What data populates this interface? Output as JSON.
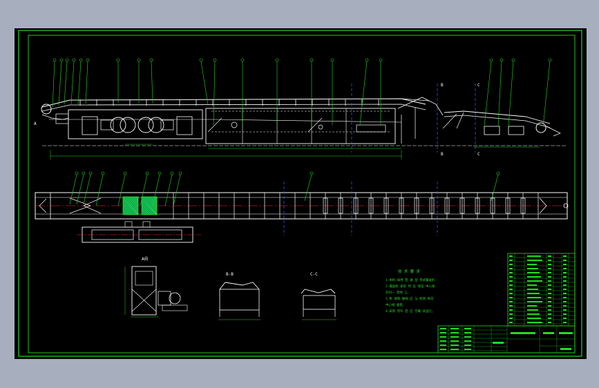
{
  "drawing": {
    "section_labels": {
      "view_a": "A向",
      "view_b": "B-B",
      "view_c": "C-C",
      "mark_b": "B",
      "mark_c": "C",
      "mark_a": "A"
    },
    "tech_requirements": {
      "title": "技 术 要 求",
      "lines": [
        "1.本机 采用 普 通 型 带式输送机",
        "2.输送机 安装 时 应 保证 中心线",
        "  在同一 直线 上。",
        "3.各 滚筒 轴线 应 与 机架 纵向",
        "  中心线 垂直。",
        "4.安装 完毕 后 应 空载 试运行。"
      ]
    }
  },
  "colors": {
    "background": "#a7afbf",
    "paper": "#000000",
    "frame": "#22dd22",
    "line": "#ffffff",
    "leader": "#22dd22",
    "centerline": "#ff3333",
    "section_mark": "#3355ff",
    "hatch": "#22dd22"
  }
}
